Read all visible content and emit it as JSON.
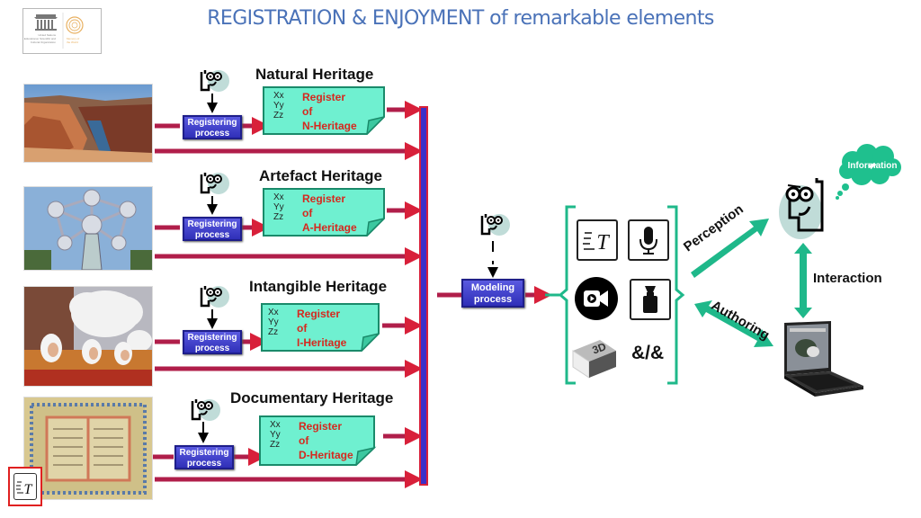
{
  "title": "REGISTRATION & ENJOYMENT of remarkable elements",
  "logo": {
    "name": "unesco-logo",
    "text_lines": [
      "United Nations",
      "Educational, Scientific and",
      "Cultural Organization"
    ],
    "side_text": [
      "Memory of",
      "the World"
    ]
  },
  "colors": {
    "title": "#4a72b8",
    "flow_arrow": "#d8203a",
    "bus": "#3b2fc8",
    "process_box": "#3a3ad0",
    "register_box": "#6ff0d0",
    "register_text": "#d6281e",
    "teal": "#1fb88a",
    "cloud": "#1fc08e"
  },
  "sections": [
    {
      "id": "natural",
      "title": "Natural Heritage",
      "photo": "grand-canyon-photo",
      "process_label": [
        "Registering",
        "process"
      ],
      "bullets": [
        "Xx",
        "Yy",
        "Zz",
        ""
      ],
      "register": [
        "Register",
        "of",
        "N-Heritage"
      ]
    },
    {
      "id": "artefact",
      "title": "Artefact Heritage",
      "photo": "atomium-photo",
      "process_label": [
        "Registering",
        "process"
      ],
      "bullets": [
        "Xx",
        "Yy",
        "Zz",
        ""
      ],
      "register": [
        "Register",
        "of",
        "A-Heritage"
      ]
    },
    {
      "id": "intangible",
      "title": "Intangible Heritage",
      "photo": "carnival-gilles-photo",
      "process_label": [
        "Registering",
        "process"
      ],
      "bullets": [
        "Xx",
        "Yy",
        "Zz",
        ""
      ],
      "register": [
        "Register",
        "of",
        "I-Heritage"
      ]
    },
    {
      "id": "documentary",
      "title": "Documentary Heritage",
      "photo": "manuscript-photo",
      "process_label": [
        "Registering",
        "process"
      ],
      "bullets": [
        "Xx",
        "Yy",
        "Zz",
        ""
      ],
      "register": [
        "Register",
        "of",
        "D-Heritage"
      ]
    }
  ],
  "modeling": {
    "label": [
      "Modeling",
      "process"
    ]
  },
  "media": {
    "items": [
      "text-icon",
      "microphone-icon",
      "video-camera-icon",
      "camera-icon",
      "3d-cube-icon"
    ],
    "combine_label": "&/&"
  },
  "right": {
    "perception": "Perception",
    "authoring": "Authoring",
    "interaction": "Interaction",
    "information": "Information"
  }
}
